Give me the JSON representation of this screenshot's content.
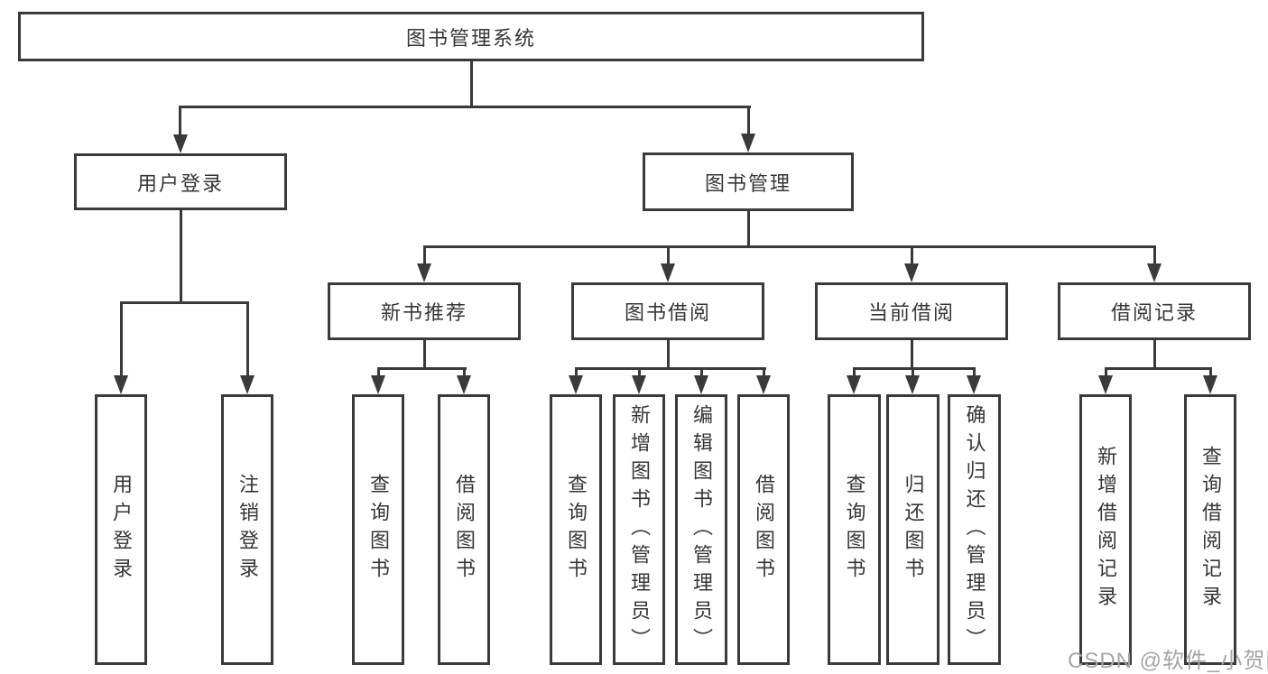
{
  "tree": {
    "label": "图书管理系统",
    "children": [
      {
        "label": "用户登录",
        "children": [
          {
            "label": "用户登录"
          },
          {
            "label": "注销登录"
          }
        ]
      },
      {
        "label": "图书管理",
        "children": [
          {
            "label": "新书推荐",
            "children": [
              {
                "label": "查询图书"
              },
              {
                "label": "借阅图书"
              }
            ]
          },
          {
            "label": "图书借阅",
            "children": [
              {
                "label": "查询图书"
              },
              {
                "label": "新增图书（管理员）"
              },
              {
                "label": "编辑图书（管理员）"
              },
              {
                "label": "借阅图书"
              }
            ]
          },
          {
            "label": "当前借阅",
            "children": [
              {
                "label": "查询图书"
              },
              {
                "label": "归还图书"
              },
              {
                "label": "确认归还（管理员）"
              }
            ]
          },
          {
            "label": "借阅记录",
            "children": [
              {
                "label": "新增借阅记录"
              },
              {
                "label": "查询借阅记录"
              }
            ]
          }
        ]
      }
    ]
  },
  "watermark": {
    "text": "CSDN @软件_小贺同学"
  },
  "colors": {
    "line": "#3a3a3a",
    "box_border": "#3a3a3a",
    "text": "#363636",
    "watermark": "#a6a6a6",
    "background": "#ffffff"
  }
}
